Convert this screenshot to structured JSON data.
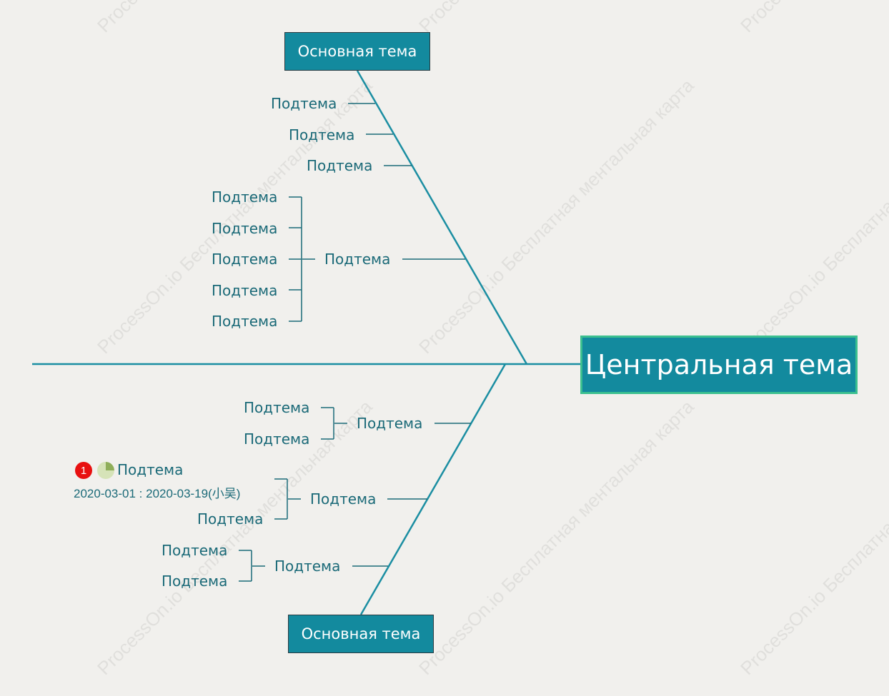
{
  "colors": {
    "background": "#f1f0ed",
    "topic_fill": "#138a9e",
    "central_border": "#3bbf8f",
    "line": "#1b8ea2",
    "subtopic_text": "#1b6a78",
    "priority_badge": "#e81010",
    "progress_fill": "#c2d69a"
  },
  "watermark": "ProcessOn.io Бесплатная ментальная карта",
  "central_topic": "Центральная тема",
  "top_branch": {
    "main_topic": "Основная тема",
    "subtopics": [
      "Подтема",
      "Подтема",
      "Подтема"
    ],
    "group": {
      "label": "Подтема",
      "children": [
        "Подтема",
        "Подтема",
        "Подтема",
        "Подтема",
        "Подтема"
      ]
    }
  },
  "bottom_branch": {
    "main_topic": "Основная тема",
    "groups": [
      {
        "label": "Подтема",
        "children": [
          "Подтема",
          "Подтема"
        ]
      },
      {
        "label": "Подтема",
        "task": {
          "priority": "1",
          "priority_icon": "priority-1-icon",
          "progress_icon": "progress-quarter-icon",
          "progress": 0.25,
          "label": "Подтема",
          "dates": "2020-03-01 : 2020-03-19(小吴)"
        },
        "children": [
          "Подтема"
        ]
      },
      {
        "label": "Подтема",
        "children": [
          "Подтема",
          "Подтема"
        ]
      }
    ]
  }
}
